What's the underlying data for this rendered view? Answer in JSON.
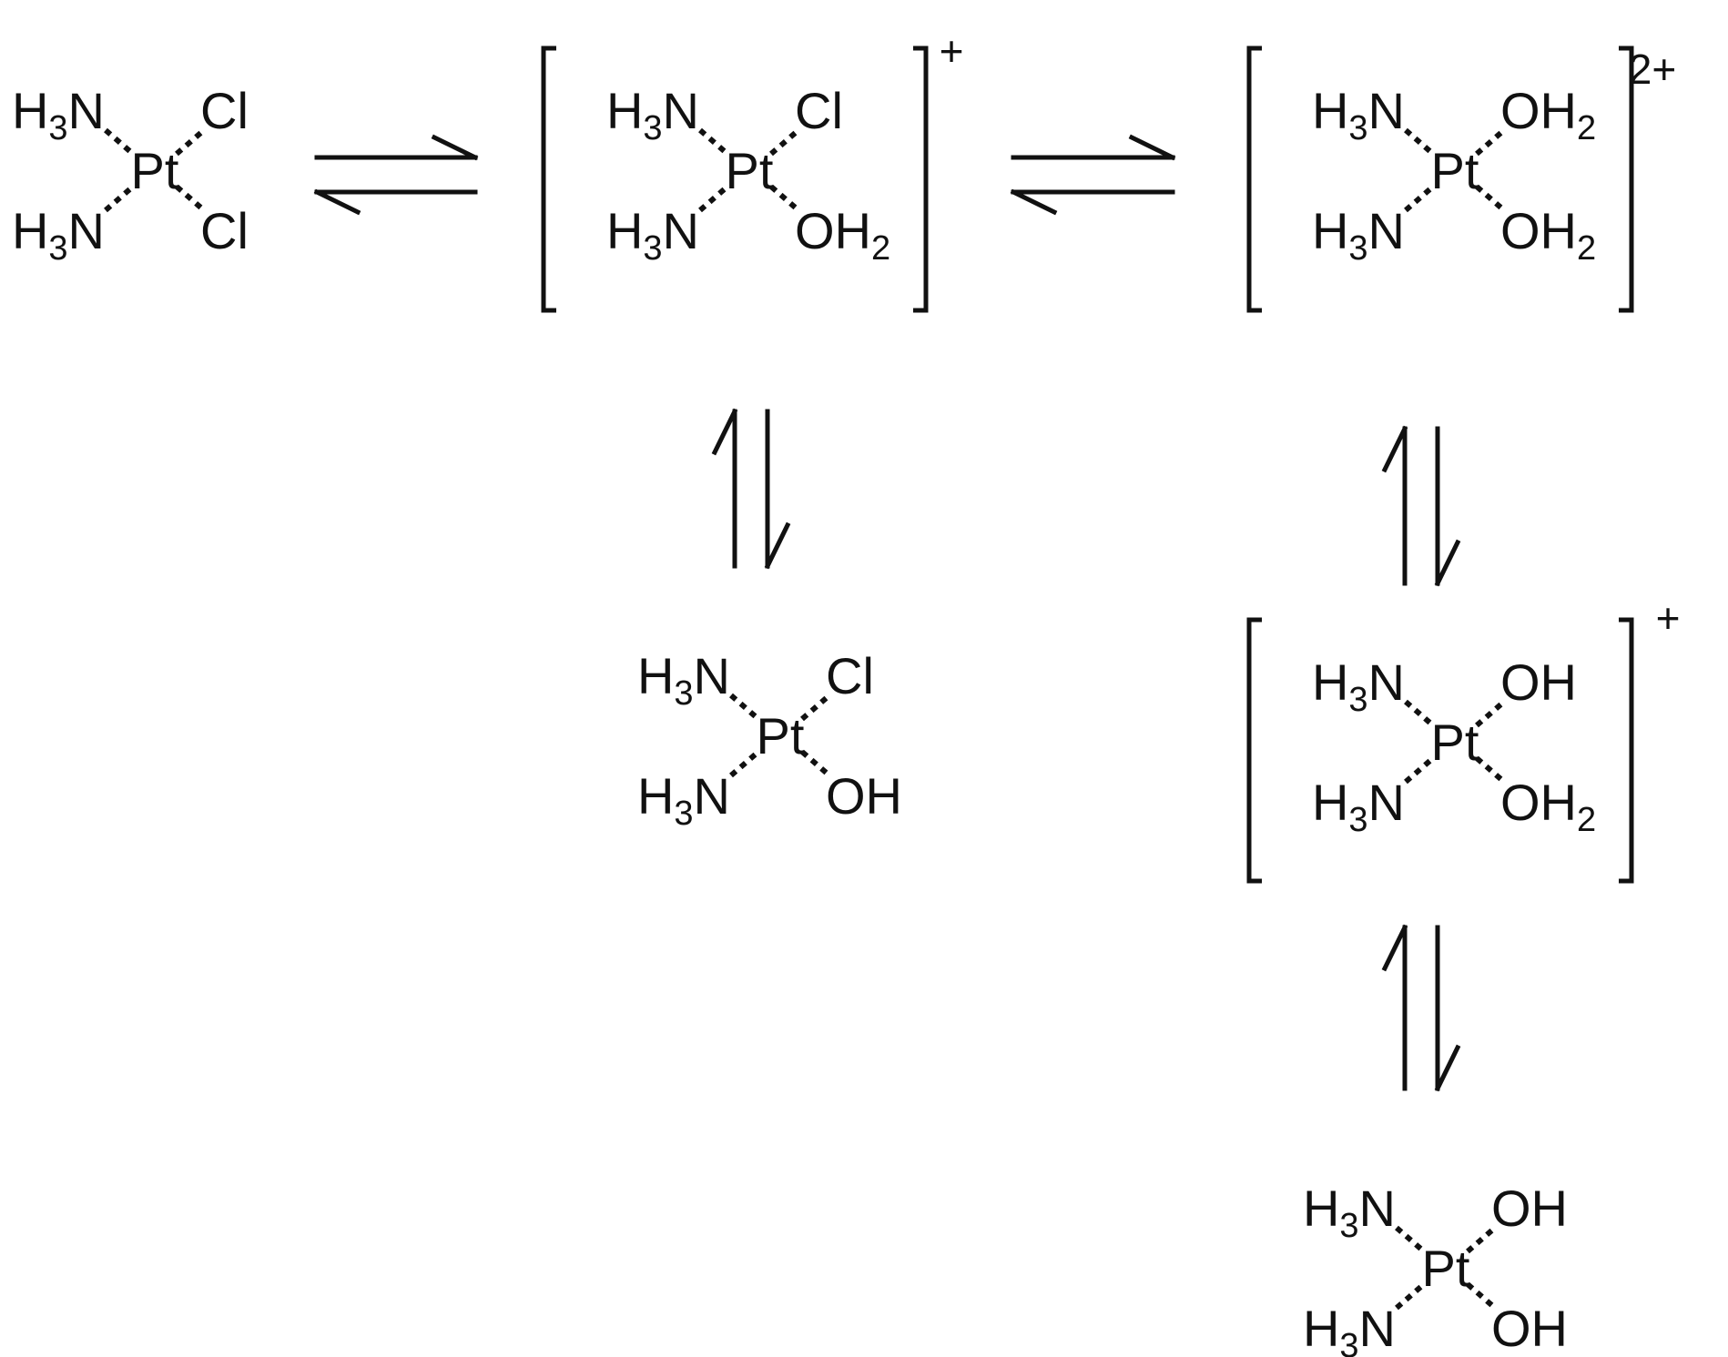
{
  "species": [
    {
      "id": "cisplatin",
      "ligands": {
        "tl": [
          "H",
          "3",
          "N"
        ],
        "tr": [
          "Cl",
          "",
          ""
        ],
        "bl": [
          "H",
          "3",
          "N"
        ],
        "br": [
          "Cl",
          "",
          ""
        ]
      },
      "center": "Pt",
      "charge": ""
    },
    {
      "id": "mono-aqua",
      "ligands": {
        "tl": [
          "H",
          "3",
          "N"
        ],
        "tr": [
          "Cl",
          "",
          ""
        ],
        "bl": [
          "H",
          "3",
          "N"
        ],
        "br": [
          "OH",
          "2",
          ""
        ]
      },
      "center": "Pt",
      "charge": "+"
    },
    {
      "id": "di-aqua",
      "ligands": {
        "tl": [
          "H",
          "3",
          "N"
        ],
        "tr": [
          "OH",
          "2",
          ""
        ],
        "bl": [
          "H",
          "3",
          "N"
        ],
        "br": [
          "OH",
          "2",
          ""
        ]
      },
      "center": "Pt",
      "charge": "2+"
    },
    {
      "id": "chloro-hydroxo",
      "ligands": {
        "tl": [
          "H",
          "3",
          "N"
        ],
        "tr": [
          "Cl",
          "",
          ""
        ],
        "bl": [
          "H",
          "3",
          "N"
        ],
        "br": [
          "OH",
          "",
          ""
        ]
      },
      "center": "Pt",
      "charge": ""
    },
    {
      "id": "aqua-hydroxo",
      "ligands": {
        "tl": [
          "H",
          "3",
          "N"
        ],
        "tr": [
          "OH",
          "",
          ""
        ],
        "bl": [
          "H",
          "3",
          "N"
        ],
        "br": [
          "OH",
          "2",
          ""
        ]
      },
      "center": "Pt",
      "charge": "+"
    },
    {
      "id": "dihydroxo",
      "ligands": {
        "tl": [
          "H",
          "3",
          "N"
        ],
        "tr": [
          "OH",
          "",
          ""
        ],
        "bl": [
          "H",
          "3",
          "N"
        ],
        "br": [
          "OH",
          "",
          ""
        ]
      },
      "center": "Pt",
      "charge": ""
    }
  ],
  "equilibria": [
    {
      "from": "cisplatin",
      "to": "mono-aqua",
      "direction": "horizontal"
    },
    {
      "from": "mono-aqua",
      "to": "di-aqua",
      "direction": "horizontal"
    },
    {
      "from": "mono-aqua",
      "to": "chloro-hydroxo",
      "direction": "vertical"
    },
    {
      "from": "di-aqua",
      "to": "aqua-hydroxo",
      "direction": "vertical"
    },
    {
      "from": "aqua-hydroxo",
      "to": "dihydroxo",
      "direction": "vertical"
    }
  ]
}
